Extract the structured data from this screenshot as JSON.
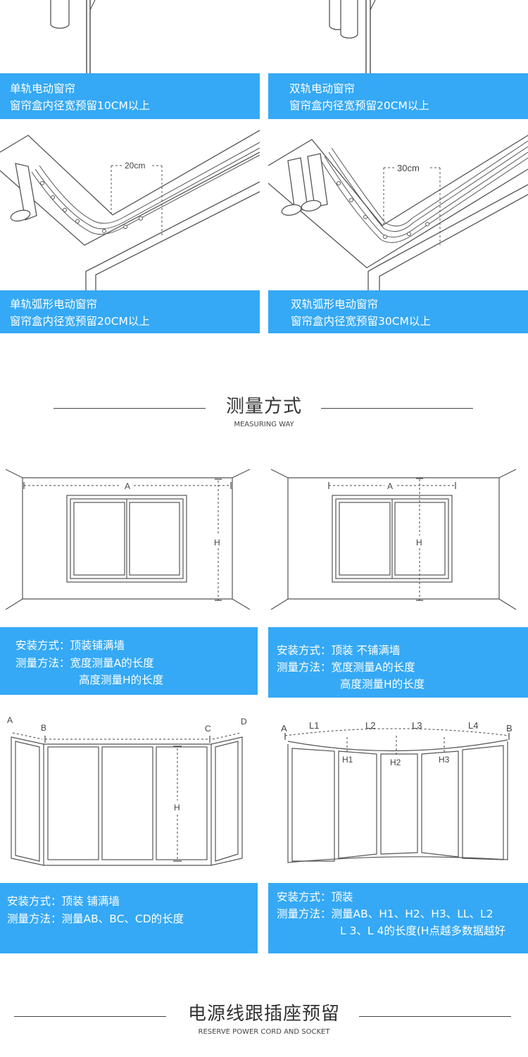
{
  "rails": [
    {
      "line1": "单轨电动窗帘",
      "line2": "窗帘盒内径宽预留10CM以上"
    },
    {
      "line1": "双轨电动窗帘",
      "line2": "窗帘盒内径宽预留20CM以上"
    },
    {
      "line1": "单轨弧形电动窗帘",
      "line2": "窗帘盒内径宽预留20CM以上",
      "dim": "20cm"
    },
    {
      "line1": "双轨弧形电动窗帘",
      "line2": "窗帘盒内径宽预留30CM以上",
      "dim": "30cm"
    }
  ],
  "measuring": {
    "title": "测量方式",
    "subtitle": "MEASURING WAY",
    "panels": [
      {
        "label_a": "A",
        "label_h": "H",
        "line1": "安装方式：顶装铺满墙",
        "line2": "测量方法：宽度测量A的长度",
        "line3": "高度测量H的长度"
      },
      {
        "label_a": "A",
        "label_h": "H",
        "line1": "安装方式：顶装 不铺满墙",
        "line2": "测量方法：宽度测量A的长度",
        "line3": "高度测量H的长度"
      },
      {
        "labels": [
          "A",
          "B",
          "C",
          "D",
          "H"
        ],
        "line1": "安装方式：顶装 铺满墙",
        "line2": "测量方法：测量AB、BC、CD的长度"
      },
      {
        "labels": [
          "A",
          "L1",
          "L2",
          "L3",
          "L4",
          "B",
          "H1",
          "H2",
          "H3"
        ],
        "line1": "安装方式：顶装",
        "line2": "测量方法：测量AB、H1、H2、H3、LL、L2",
        "line3": "L 3、L 4的长度(H点越多数据越好"
      }
    ]
  },
  "power": {
    "title": "电源线跟插座预留",
    "subtitle": "RESERVE POWER CORD AND SOCKET"
  }
}
